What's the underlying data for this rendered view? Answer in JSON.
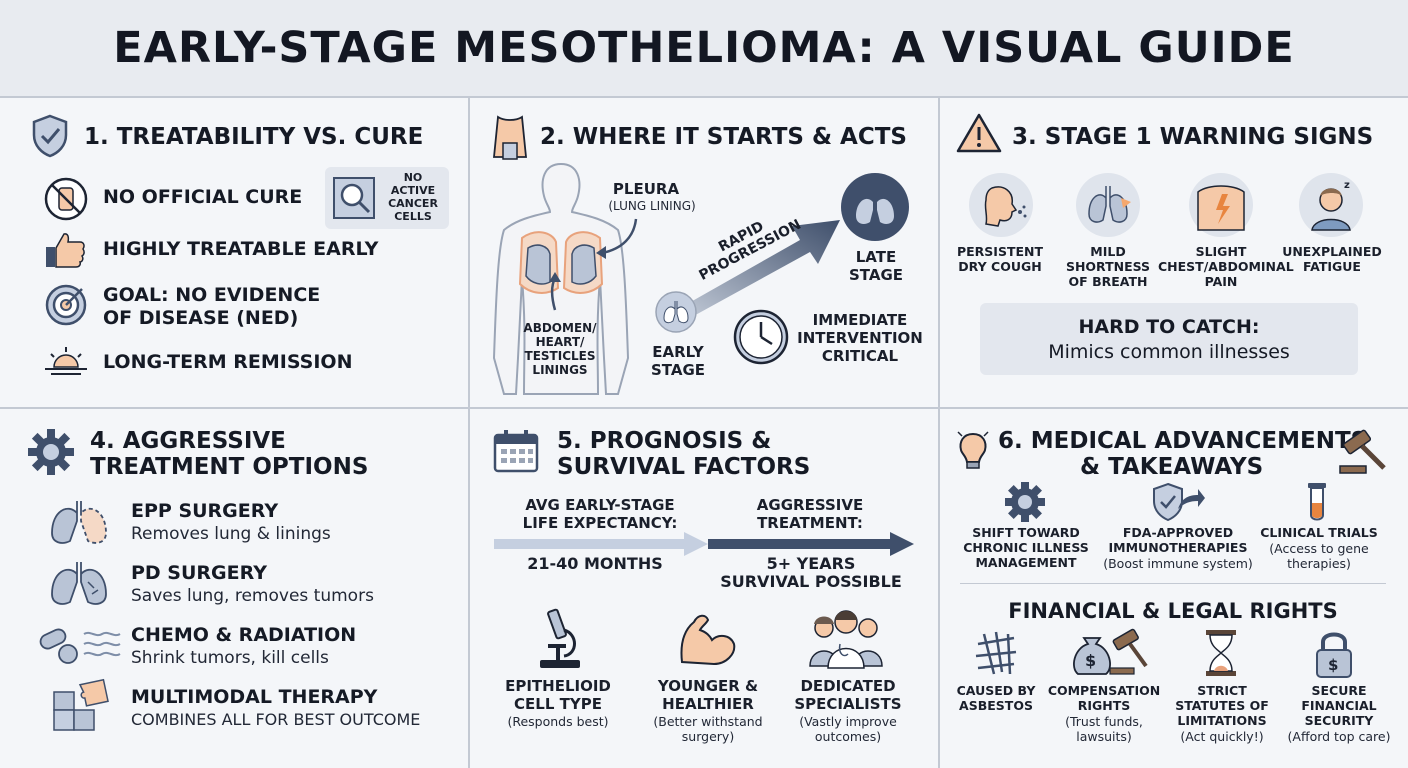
{
  "title": "EARLY-STAGE MESOTHELIOMA: A VISUAL GUIDE",
  "p1": {
    "title": "1. TREATABILITY VS. CURE",
    "items": [
      "NO OFFICIAL CURE",
      "HIGHLY TREATABLE EARLY",
      "GOAL: NO EVIDENCE",
      "OF DISEASE (NED)",
      "LONG-TERM REMISSION"
    ],
    "badge": [
      "NO",
      "ACTIVE",
      "CANCER",
      "CELLS"
    ]
  },
  "p2": {
    "title": "2. WHERE IT STARTS & ACTS",
    "pleura": "PLEURA",
    "pleura_sub": "(LUNG LINING)",
    "other": [
      "ABDOMEN/",
      "HEART/",
      "TESTICLES",
      "LININGS"
    ],
    "rapid": [
      "RAPID",
      "PROGRESSION"
    ],
    "late": [
      "LATE",
      "STAGE"
    ],
    "early": [
      "EARLY",
      "STAGE"
    ],
    "immediate": [
      "IMMEDIATE",
      "INTERVENTION",
      "CRITICAL"
    ]
  },
  "p3": {
    "title": "3. STAGE 1 WARNING SIGNS",
    "signs": [
      {
        "l1": "PERSISTENT",
        "l2": "DRY COUGH",
        "l3": ""
      },
      {
        "l1": "MILD SHORTNESS",
        "l2": "OF BREATH",
        "l3": ""
      },
      {
        "l1": "SLIGHT",
        "l2": "CHEST/ABDOMINAL",
        "l3": "PAIN"
      },
      {
        "l1": "UNEXPLAINED",
        "l2": "FATIGUE",
        "l3": ""
      }
    ],
    "hard_title": "HARD TO CATCH:",
    "hard_sub": "Mimics common illnesses"
  },
  "p4": {
    "title_l1": "4. AGGRESSIVE",
    "title_l2": "TREATMENT OPTIONS",
    "items": [
      {
        "title": "EPP SURGERY",
        "sub": "Removes lung & linings"
      },
      {
        "title": "PD SURGERY",
        "sub": "Saves lung, removes tumors"
      },
      {
        "title": "CHEMO & RADIATION",
        "sub": "Shrink tumors, kill cells"
      },
      {
        "title": "MULTIMODAL THERAPY",
        "sub": "COMBINES ALL FOR BEST OUTCOME"
      }
    ]
  },
  "p5": {
    "title_l1": "5. PROGNOSIS &",
    "title_l2": "SURVIVAL FACTORS",
    "avg_l1": "AVG EARLY-STAGE",
    "avg_l2": "LIFE EXPECTANCY:",
    "agg_l1": "AGGRESSIVE",
    "agg_l2": "TREATMENT:",
    "months": "21-40 MONTHS",
    "years_l1": "5+ YEARS",
    "years_l2": "SURVIVAL POSSIBLE",
    "factors": [
      {
        "l1": "EPITHELIOID",
        "l2": "CELL TYPE",
        "s1": "(Responds best)",
        "s2": ""
      },
      {
        "l1": "YOUNGER &",
        "l2": "HEALTHIER",
        "s1": "(Better withstand",
        "s2": "surgery)"
      },
      {
        "l1": "DEDICATED",
        "l2": "SPECIALISTS",
        "s1": "(Vastly improve",
        "s2": "outcomes)"
      }
    ]
  },
  "p6": {
    "title_l1": "6. MEDICAL ADVANCEMENTS",
    "title_l2": "& TAKEAWAYS",
    "adv": [
      {
        "l1": "SHIFT TOWARD",
        "l2": "CHRONIC ILLNESS",
        "l3": "MANAGEMENT",
        "s1": "",
        "s2": ""
      },
      {
        "l1": "FDA-APPROVED",
        "l2": "IMMUNOTHERAPIES",
        "l3": "",
        "s1": "(Boost immune system)",
        "s2": ""
      },
      {
        "l1": "CLINICAL TRIALS",
        "l2": "",
        "l3": "",
        "s1": "(Access to gene",
        "s2": "therapies)"
      }
    ],
    "fin_title": "FINANCIAL & LEGAL RIGHTS",
    "rights": [
      {
        "l1": "CAUSED BY",
        "l2": "ASBESTOS",
        "l3": "",
        "s1": "",
        "s2": ""
      },
      {
        "l1": "COMPENSATION",
        "l2": "RIGHTS",
        "l3": "",
        "s1": "(Trust funds,",
        "s2": "lawsuits)"
      },
      {
        "l1": "STRICT",
        "l2": "STATUTES OF",
        "l3": "LIMITATIONS",
        "s1": "(Act quickly!)",
        "s2": ""
      },
      {
        "l1": "SECURE",
        "l2": "FINANCIAL",
        "l3": "SECURITY",
        "s1": "(Afford top care)",
        "s2": ""
      }
    ]
  },
  "colors": {
    "navy": "#3f4f6b",
    "accent": "#f5c9a8",
    "lung": "#b9c4d6",
    "bg": "#f4f6f9"
  }
}
